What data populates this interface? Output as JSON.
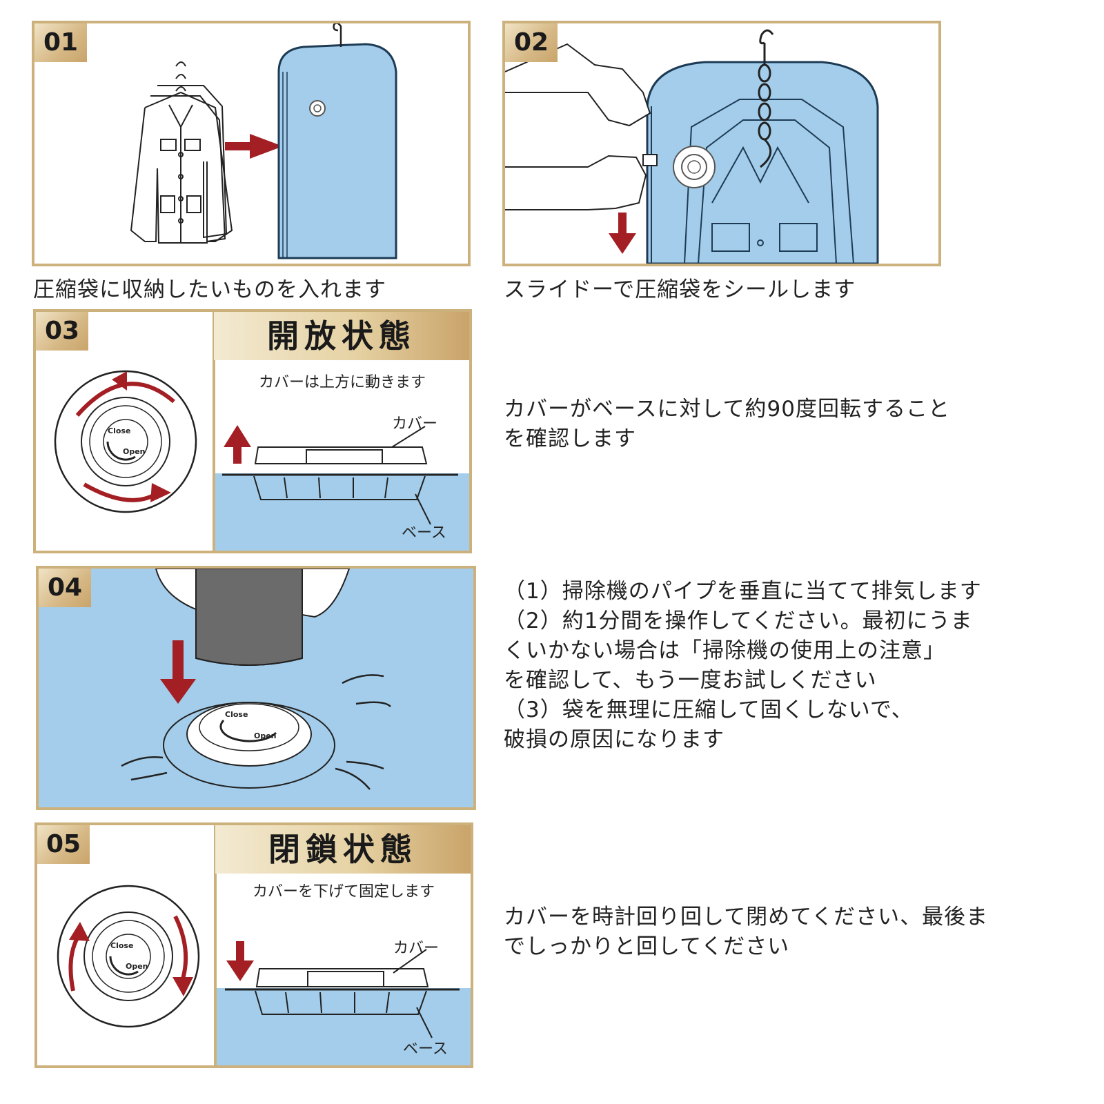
{
  "colors": {
    "gold": "#cdb17d",
    "blue": "#a3cdea",
    "red": "#a31f24"
  },
  "steps": [
    {
      "number": "01",
      "caption": "圧縮袋に収納したいものを入れます"
    },
    {
      "number": "02",
      "caption": "スライドーで圧縮袋をシールします"
    },
    {
      "number": "03",
      "heading": "開放状態",
      "subheading": "カバーは上方に動きます",
      "cover_label": "カバー",
      "base_label": "ベース",
      "valve_close": "Close",
      "valve_open": "Open",
      "description": [
        "カバーがベースに対して約90度回転すること",
        "を確認します"
      ]
    },
    {
      "number": "04",
      "valve_close": "Close",
      "valve_open": "Open",
      "description": [
        "（1）掃除機のパイプを垂直に当てて排気します",
        "（2）約1分間を操作してください。最初にうま",
        "くいかない場合は「掃除機の使用上の注意」",
        "を確認して、もう一度お試しください",
        "（3）袋を無理に圧縮して固くしないで、",
        "破損の原因になります"
      ]
    },
    {
      "number": "05",
      "heading": "閉鎖状態",
      "subheading": "カバーを下げて固定します",
      "cover_label": "カバー",
      "base_label": "ベース",
      "valve_close": "Close",
      "valve_open": "Open",
      "description": [
        "カバーを時計回り回して閉めてください、最後ま",
        "でしっかりと回してください"
      ]
    }
  ]
}
